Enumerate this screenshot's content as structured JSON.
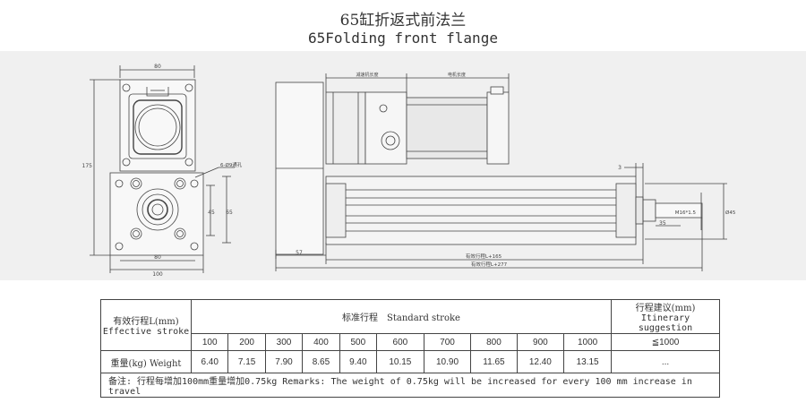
{
  "title": {
    "cn": "65缸折返式前法兰",
    "en": "65Folding front flange"
  },
  "drawing": {
    "dim_top_width": "80",
    "dim_bottom_width_inner": "80",
    "dim_bottom_width_outer": "100",
    "dim_height": "175",
    "dim_45": "45",
    "dim_65": "65",
    "hole_label": "6-Ø9通孔",
    "reducer_length": "减速机长度",
    "motor_length": "电机长度",
    "dim_3": "3",
    "dim_57": "57",
    "dim_35": "35",
    "thread_label": "M16*1.5",
    "dia_label": "Ø45",
    "stroke_plus_165": "有效行程L+165",
    "stroke_plus_277": "有效行程L+277"
  },
  "table": {
    "effective_stroke_cn": "有效行程L(mm)",
    "effective_stroke_en": "Effective stroke",
    "standard_stroke": "标准行程　Standard stroke",
    "suggestion_cn": "行程建议(mm)",
    "suggestion_en": "Itinerary suggestion",
    "strokes": [
      "100",
      "200",
      "300",
      "400",
      "500",
      "600",
      "700",
      "800",
      "900",
      "1000"
    ],
    "suggest_stroke": "≦1000",
    "weight_label": "重量(kg) Weight",
    "weights": [
      "6.40",
      "7.15",
      "7.90",
      "8.65",
      "9.40",
      "10.15",
      "10.90",
      "11.65",
      "12.40",
      "13.15"
    ],
    "suggest_weight": "...",
    "remark": "备注: 行程每增加100mm重量增加0.75kg   Remarks: The weight of 0.75kg will be increased for every 100 mm increase in travel"
  }
}
